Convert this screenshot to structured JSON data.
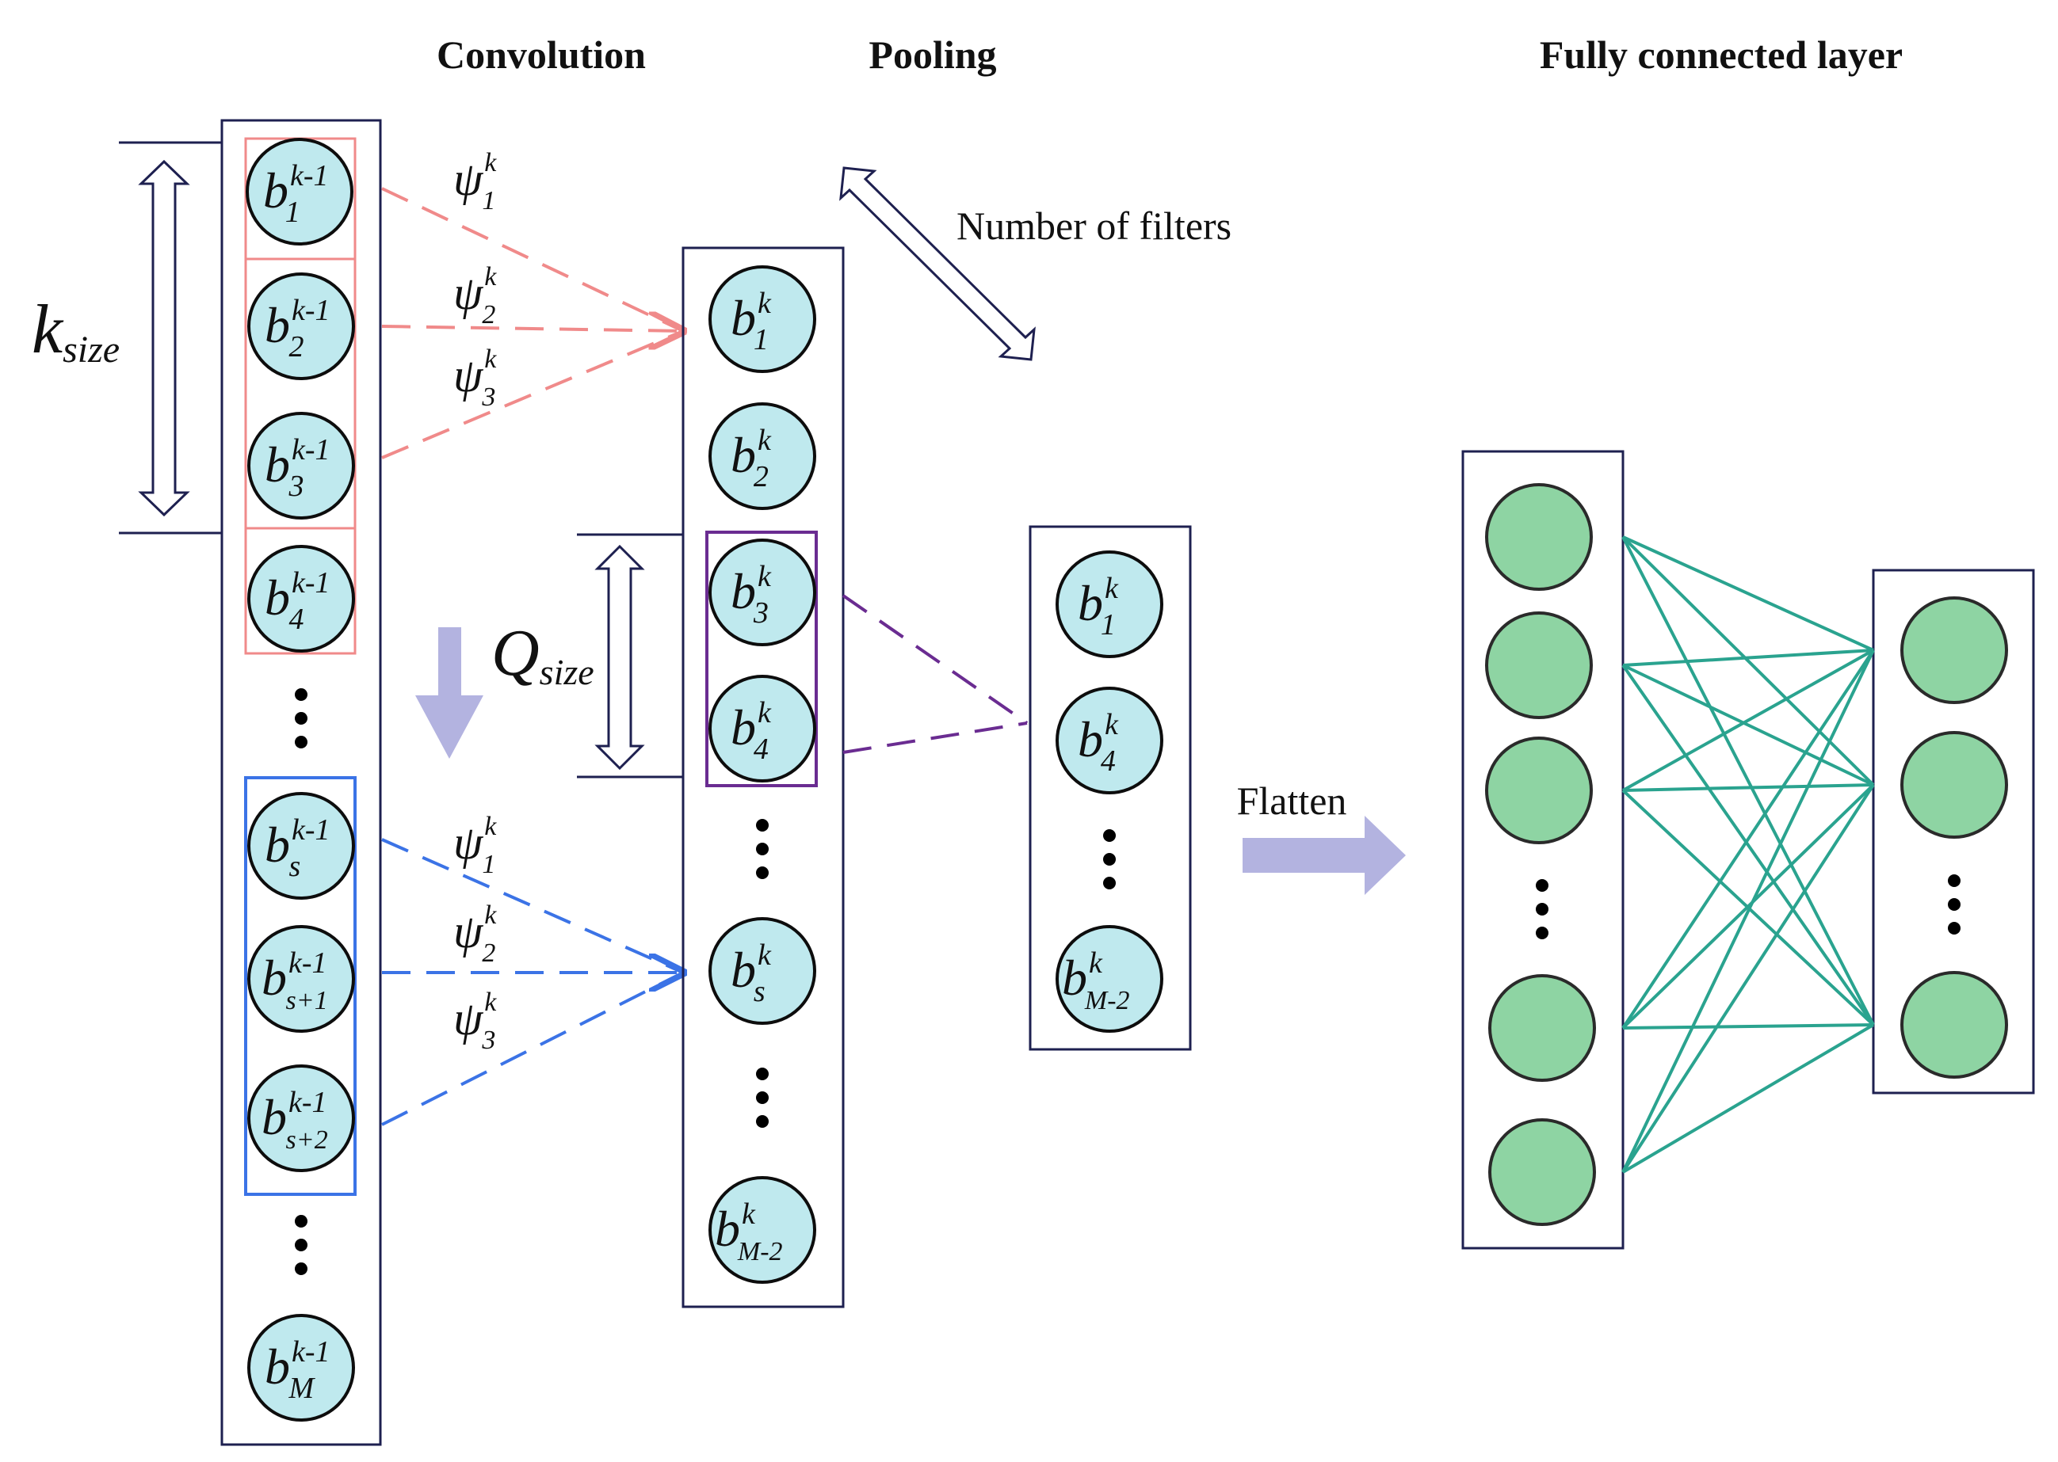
{
  "headers": {
    "convolution": "Convolution",
    "pooling": "Pooling",
    "fc": "Fully connected layer"
  },
  "labels": {
    "number_of_filters": "Number of filters",
    "flatten": "Flatten",
    "k_main": "k",
    "k_sub": "size",
    "q_main": "Q",
    "q_sub": "size"
  },
  "convolution_column": [
    {
      "base": "b",
      "sup": "k-1",
      "sub": "1"
    },
    {
      "base": "b",
      "sup": "k-1",
      "sub": "2"
    },
    {
      "base": "b",
      "sup": "k-1",
      "sub": "3"
    },
    {
      "base": "b",
      "sup": "k-1",
      "sub": "4"
    },
    {
      "base": "b",
      "sup": "k-1",
      "sub": "s"
    },
    {
      "base": "b",
      "sup": "k-1",
      "sub": "s+1"
    },
    {
      "base": "b",
      "sup": "k-1",
      "sub": "s+2"
    },
    {
      "base": "b",
      "sup": "k-1",
      "sub": "M"
    }
  ],
  "filters_top": [
    {
      "base": "ψ",
      "sup": "k",
      "sub": "1"
    },
    {
      "base": "ψ",
      "sup": "k",
      "sub": "2"
    },
    {
      "base": "ψ",
      "sup": "k",
      "sub": "3"
    }
  ],
  "filters_bottom": [
    {
      "base": "ψ",
      "sup": "k",
      "sub": "1"
    },
    {
      "base": "ψ",
      "sup": "k",
      "sub": "2"
    },
    {
      "base": "ψ",
      "sup": "k",
      "sub": "3"
    }
  ],
  "pooling_column": [
    {
      "base": "b",
      "sup": "k",
      "sub": "1"
    },
    {
      "base": "b",
      "sup": "k",
      "sub": "2"
    },
    {
      "base": "b",
      "sup": "k",
      "sub": "3"
    },
    {
      "base": "b",
      "sup": "k",
      "sub": "4"
    },
    {
      "base": "b",
      "sup": "k",
      "sub": "s"
    },
    {
      "base": "b",
      "sup": "k",
      "sub": "M-2"
    }
  ],
  "pooled_column": [
    {
      "base": "b",
      "sup": "k",
      "sub": "1"
    },
    {
      "base": "b",
      "sup": "k",
      "sub": "4"
    },
    {
      "base": "b",
      "sup": "k",
      "sub": "M-2"
    }
  ],
  "colors": {
    "node_fill": "#bfe9ee",
    "fc_node_fill": "#8ed4a3",
    "kernel_top": "#f08a8a",
    "kernel_bottom": "#3b73e6",
    "pool_window": "#6a2c91",
    "fc_edges": "#2aa38f",
    "arrow_fill": "#b3b3e0",
    "panel_stroke": "#1e2050"
  },
  "fc_layers": {
    "input_nodes": 5,
    "output_nodes": 3
  }
}
